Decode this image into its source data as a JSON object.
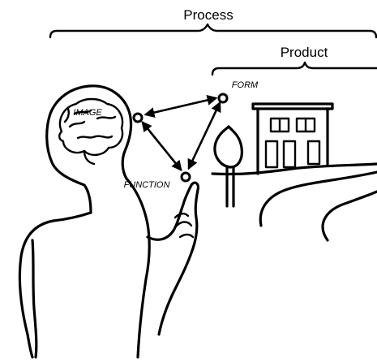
{
  "labels": {
    "process": "Process",
    "product": "Product",
    "image": "IMAGE",
    "form": "FORM",
    "function": "FUNCTION"
  }
}
